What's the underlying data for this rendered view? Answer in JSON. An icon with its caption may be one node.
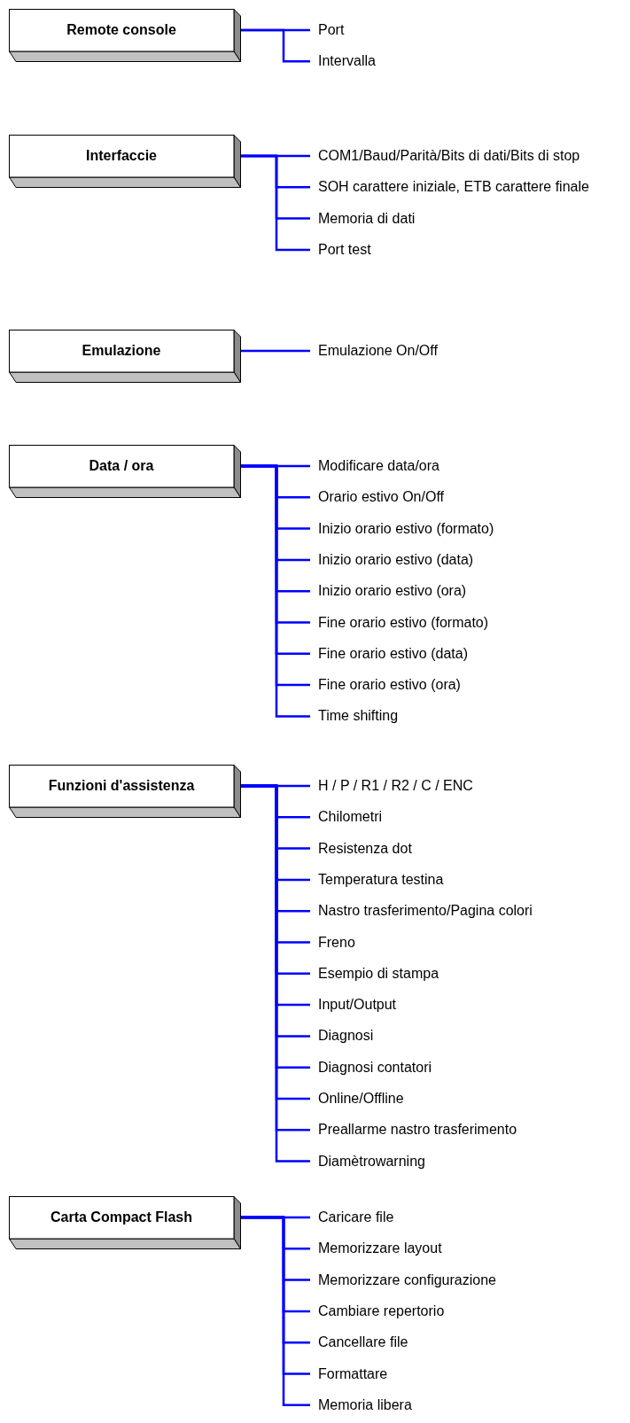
{
  "diagram": {
    "nodes": [
      {
        "text": [
          "Remote console"
        ]
      },
      {
        "text": [
          "Port"
        ]
      },
      {
        "text": [
          "Intervalla"
        ]
      },
      {
        "text": [
          "Interfaccie"
        ]
      },
      {
        "text": [
          "COM1/Baud/Parità/Bits di dati/Bits di stop"
        ]
      },
      {
        "text": [
          "SOH carattere iniziale, ETB carattere finale"
        ]
      },
      {
        "text": [
          "Memoria di dati"
        ]
      },
      {
        "text": [
          "Port test"
        ]
      },
      {
        "text": [
          "Emulazione"
        ]
      },
      {
        "text": [
          "Emulazione On/Off"
        ]
      },
      {
        "text": [
          "Data / ora"
        ]
      },
      {
        "text": [
          "Modificare data/ora"
        ]
      },
      {
        "text": [
          "Orario estivo On/Off"
        ]
      },
      {
        "text": [
          "Inizio orario estivo (formato)"
        ]
      },
      {
        "text": [
          "Inizio orario estivo (data)"
        ]
      },
      {
        "text": [
          "Inizio orario estivo (ora)"
        ]
      },
      {
        "text": [
          "Fine orario estivo (formato)"
        ]
      },
      {
        "text": [
          "Fine orario estivo (data)"
        ]
      },
      {
        "text": [
          "Fine orario estivo (ora)"
        ]
      },
      {
        "text": [
          "Time shifting"
        ]
      },
      {
        "text": [
          "Funzioni d'assistenza"
        ]
      },
      {
        "text": [
          "H / P / R1 / R2 / C / ENC"
        ]
      },
      {
        "text": [
          "Chilometri"
        ]
      },
      {
        "text": [
          "Resistenza dot"
        ]
      },
      {
        "text": [
          "Temperatura testina"
        ]
      },
      {
        "text": [
          "Nastro trasferimento/Pagina colori"
        ]
      },
      {
        "text": [
          "Freno"
        ]
      },
      {
        "text": [
          "Esempio di stampa"
        ]
      },
      {
        "text": [
          "Input/Output"
        ]
      },
      {
        "text": [
          "Diagnosi"
        ]
      },
      {
        "text": [
          "Diagnosi contatori"
        ]
      },
      {
        "text": [
          "Online/Offline"
        ]
      },
      {
        "text": [
          "Preallarme nastro trasferimento"
        ]
      },
      {
        "text": [
          "Diamètrowarning"
        ]
      },
      {
        "text": [
          "Carta Compact Flash"
        ]
      },
      {
        "text": [
          "Caricare file"
        ]
      },
      {
        "text": [
          "Memorizzare layout"
        ]
      },
      {
        "text": [
          "Memorizzare configurazione"
        ]
      },
      {
        "text": [
          "Cambiare repertorio"
        ]
      },
      {
        "text": [
          "Cancellare file"
        ]
      },
      {
        "text": [
          "Formattare"
        ]
      },
      {
        "text": [
          "Memoria libera"
        ]
      }
    ],
    "edges": [
      {
        "from": 0,
        "to": 1,
        "arrow": "none"
      },
      {
        "from": 0,
        "to": 2,
        "arrow": "none"
      },
      {
        "from": 3,
        "to": 4,
        "arrow": "none"
      },
      {
        "from": 3,
        "to": 5,
        "arrow": "none"
      },
      {
        "from": 3,
        "to": 6,
        "arrow": "none"
      },
      {
        "from": 3,
        "to": 7,
        "arrow": "none"
      },
      {
        "from": 8,
        "to": 9,
        "arrow": "none"
      },
      {
        "from": 10,
        "to": 11,
        "arrow": "none"
      },
      {
        "from": 10,
        "to": 12,
        "arrow": "none"
      },
      {
        "from": 10,
        "to": 13,
        "arrow": "none"
      },
      {
        "from": 10,
        "to": 14,
        "arrow": "none"
      },
      {
        "from": 10,
        "to": 15,
        "arrow": "none"
      },
      {
        "from": 10,
        "to": 16,
        "arrow": "none"
      },
      {
        "from": 10,
        "to": 17,
        "arrow": "none"
      },
      {
        "from": 10,
        "to": 18,
        "arrow": "none"
      },
      {
        "from": 10,
        "to": 19,
        "arrow": "none"
      },
      {
        "from": 20,
        "to": 21,
        "arrow": "none"
      },
      {
        "from": 20,
        "to": 22,
        "arrow": "none"
      },
      {
        "from": 20,
        "to": 23,
        "arrow": "none"
      },
      {
        "from": 20,
        "to": 24,
        "arrow": "none"
      },
      {
        "from": 20,
        "to": 25,
        "arrow": "none"
      },
      {
        "from": 20,
        "to": 26,
        "arrow": "none"
      },
      {
        "from": 20,
        "to": 27,
        "arrow": "none"
      },
      {
        "from": 20,
        "to": 28,
        "arrow": "none"
      },
      {
        "from": 20,
        "to": 29,
        "arrow": "none"
      },
      {
        "from": 20,
        "to": 30,
        "arrow": "none"
      },
      {
        "from": 20,
        "to": 31,
        "arrow": "none"
      },
      {
        "from": 20,
        "to": 32,
        "arrow": "none"
      },
      {
        "from": 20,
        "to": 33,
        "arrow": "none"
      },
      {
        "from": 34,
        "to": 35,
        "arrow": "none"
      },
      {
        "from": 34,
        "to": 36,
        "arrow": "none"
      },
      {
        "from": 34,
        "to": 37,
        "arrow": "none"
      },
      {
        "from": 34,
        "to": 38,
        "arrow": "none"
      },
      {
        "from": 34,
        "to": 39,
        "arrow": "none"
      },
      {
        "from": 34,
        "to": 40,
        "arrow": "none"
      },
      {
        "from": 34,
        "to": 41,
        "arrow": "none"
      }
    ]
  }
}
